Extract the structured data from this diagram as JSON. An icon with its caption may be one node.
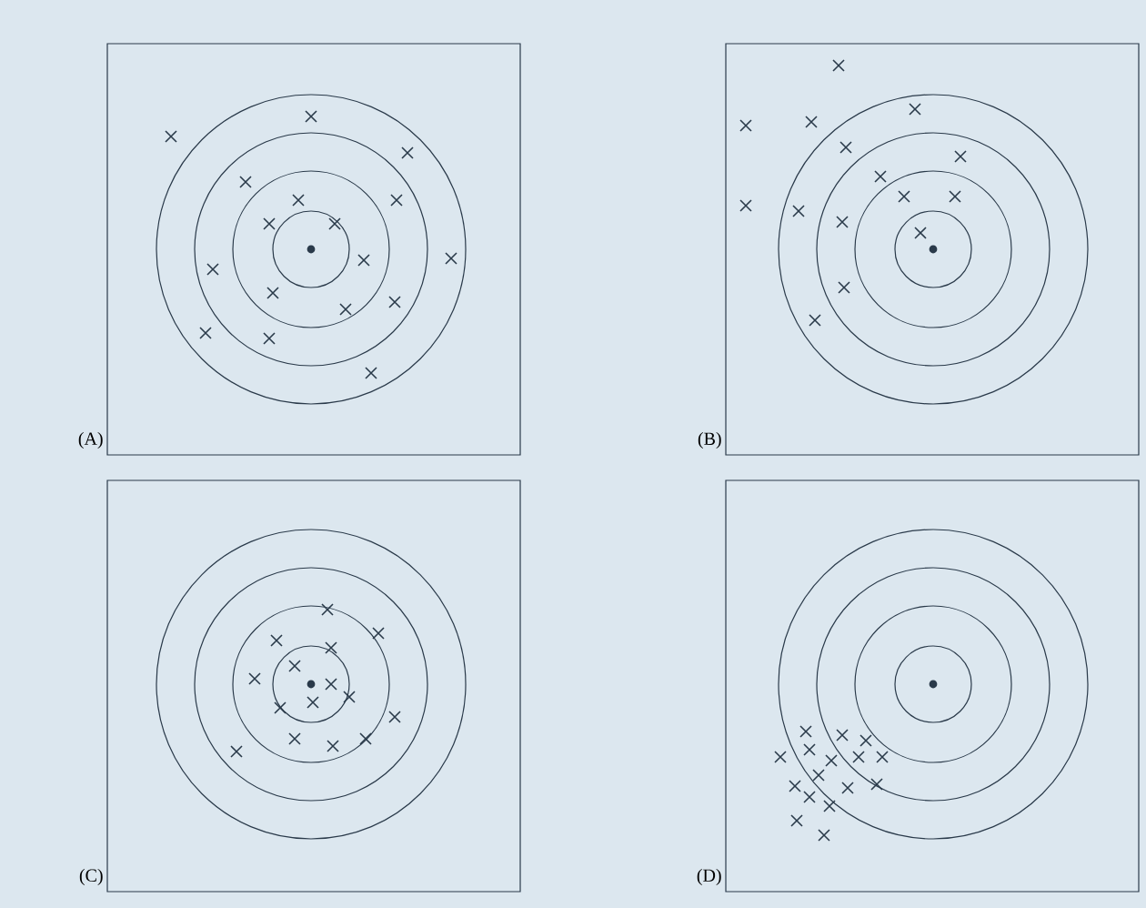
{
  "diagram": {
    "labels": [
      "(A)",
      "(B)",
      "(C)",
      "(D)"
    ]
  }
}
